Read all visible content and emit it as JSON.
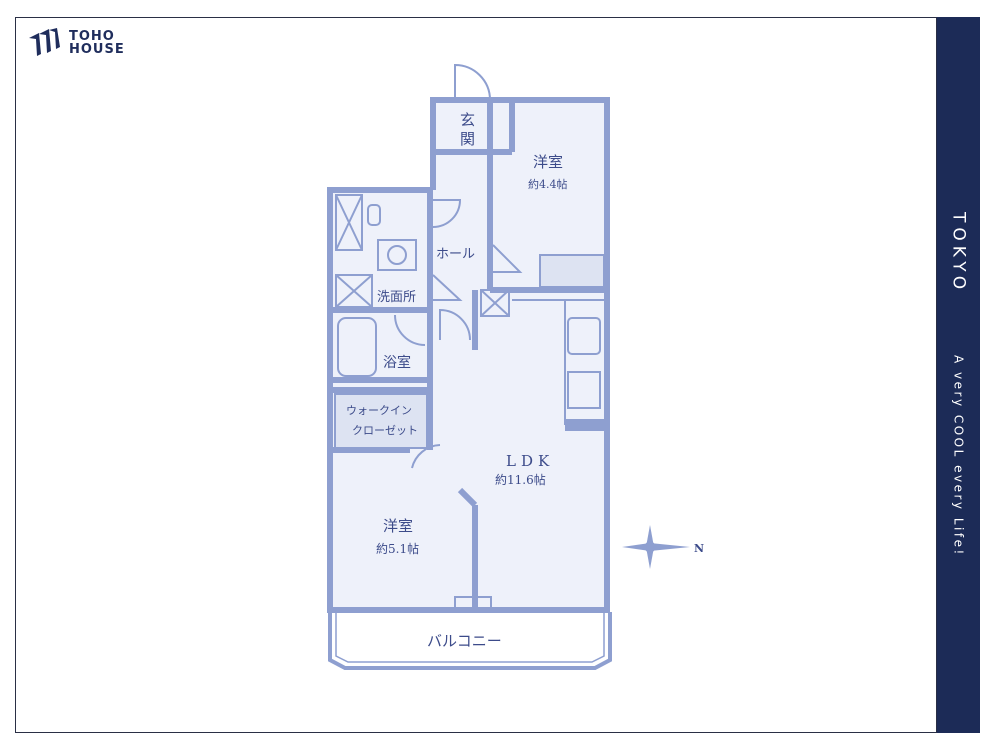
{
  "brand": {
    "line1": "TOHO",
    "line2": "HOUSE"
  },
  "sidebar": {
    "title": "TOKYO",
    "tagline": "A very COOL every Life!"
  },
  "floorplan": {
    "entrance": [
      "玄",
      "関"
    ],
    "western_room_1": {
      "name": "洋室",
      "size": "約4.4帖"
    },
    "hall": "ホール",
    "washroom": "洗面所",
    "bathroom": "浴室",
    "walk_in_closet": [
      "ウォークイン",
      "クローゼット"
    ],
    "ldk": {
      "name": "LDK",
      "size": "約11.6帖"
    },
    "western_room_2": {
      "name": "洋室",
      "size": "約5.1帖"
    },
    "balcony": "バルコニー",
    "compass": "N"
  },
  "colors": {
    "wall": "#8e9fd0",
    "floor": "#eef1fa",
    "text": "#3c4b8a",
    "navy": "#1c2b57"
  }
}
